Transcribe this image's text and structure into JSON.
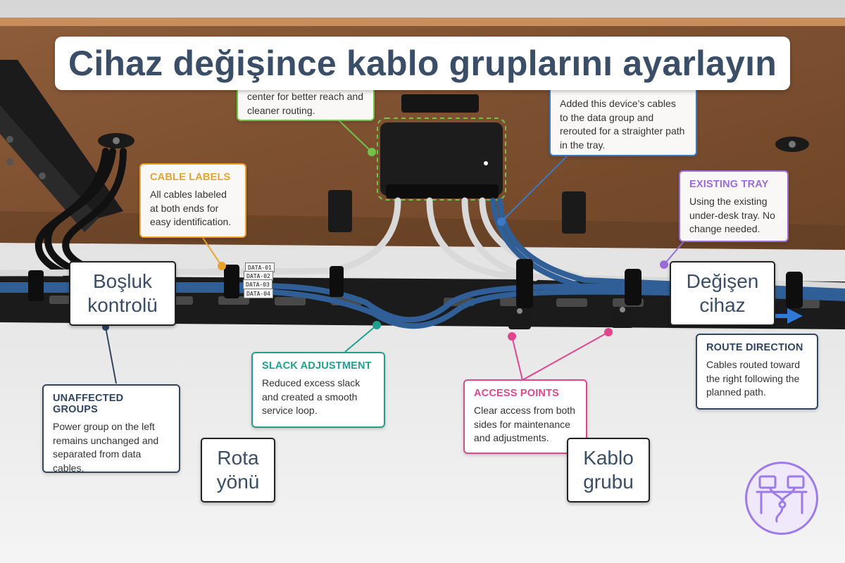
{
  "title": "Cihaz değişince kablo gruplarını ayarlayın",
  "callouts": {
    "cable_labels": {
      "title": "CABLE LABELS",
      "body": "All cables labeled at both ends for easy identification.",
      "color": "#e8a42c"
    },
    "top_center": {
      "body": "center for better reach and cleaner routing.",
      "color": "#73c24a"
    },
    "top_right": {
      "body": "Added this device’s cables to the data group and rerouted for a straighter path in the tray.",
      "color": "#3c78c4"
    },
    "existing_tray": {
      "title": "EXISTING TRAY",
      "body": "Using the existing under-desk tray. No change needed.",
      "color": "#9a6cd8"
    },
    "slack_adjustment": {
      "title": "SLACK ADJUSTMENT",
      "body": "Reduced excess slack and created a smooth service loop.",
      "color": "#1fa08e"
    },
    "unaffected_groups": {
      "title": "UNAFFECTED GROUPS",
      "body": "Power group on the left remains unchanged and separated from data cables.",
      "color": "#2f4560"
    },
    "access_points": {
      "title": "ACCESS POINTS",
      "body": "Clear access from both sides for maintenance and adjustments.",
      "color": "#e0468e"
    },
    "route_direction": {
      "title": "ROUTE DIRECTION",
      "body": "Cables routed toward the right following the planned path.",
      "color": "#2f4560"
    }
  },
  "labels": {
    "bosluk": "Boşluk kontrolü",
    "degisen": "Değişen cihaz",
    "rota": "Rota yönü",
    "kablo": "Kablo grubu"
  },
  "cable_tags": [
    "DATA-01",
    "DATA-02",
    "DATA-03",
    "DATA-04"
  ],
  "icons": {
    "logo": "desk-cable-management-icon",
    "route_arrow": "arrow-right-icon"
  },
  "colors": {
    "desk_wood": "#8a5a38",
    "data_cable": "#2f5f96",
    "cable_gray": "#d8d8d8",
    "tray": "#1d1d1d"
  }
}
